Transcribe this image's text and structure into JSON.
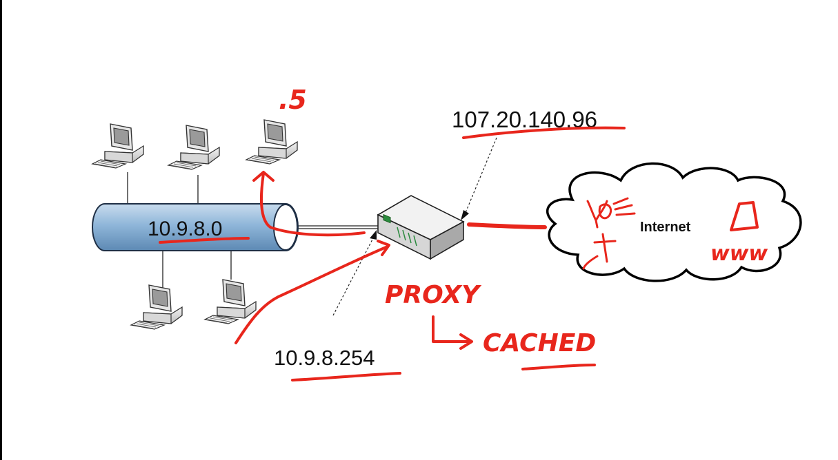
{
  "labels": {
    "lan": "10.9.8.0",
    "gateway": "10.9.8.254",
    "public_ip": "107.20.140.96",
    "internet": "Internet"
  },
  "annotations": {
    "host_suffix": ".5",
    "proxy": "PROXY",
    "cached": "CACHED",
    "www": "www"
  },
  "colors": {
    "ink": "#e8261c",
    "pipe": "#8fb6d9",
    "text": "#111111"
  },
  "icons": [
    "computer-icon",
    "network-pipe-icon",
    "router-icon",
    "internet-cloud-icon"
  ]
}
